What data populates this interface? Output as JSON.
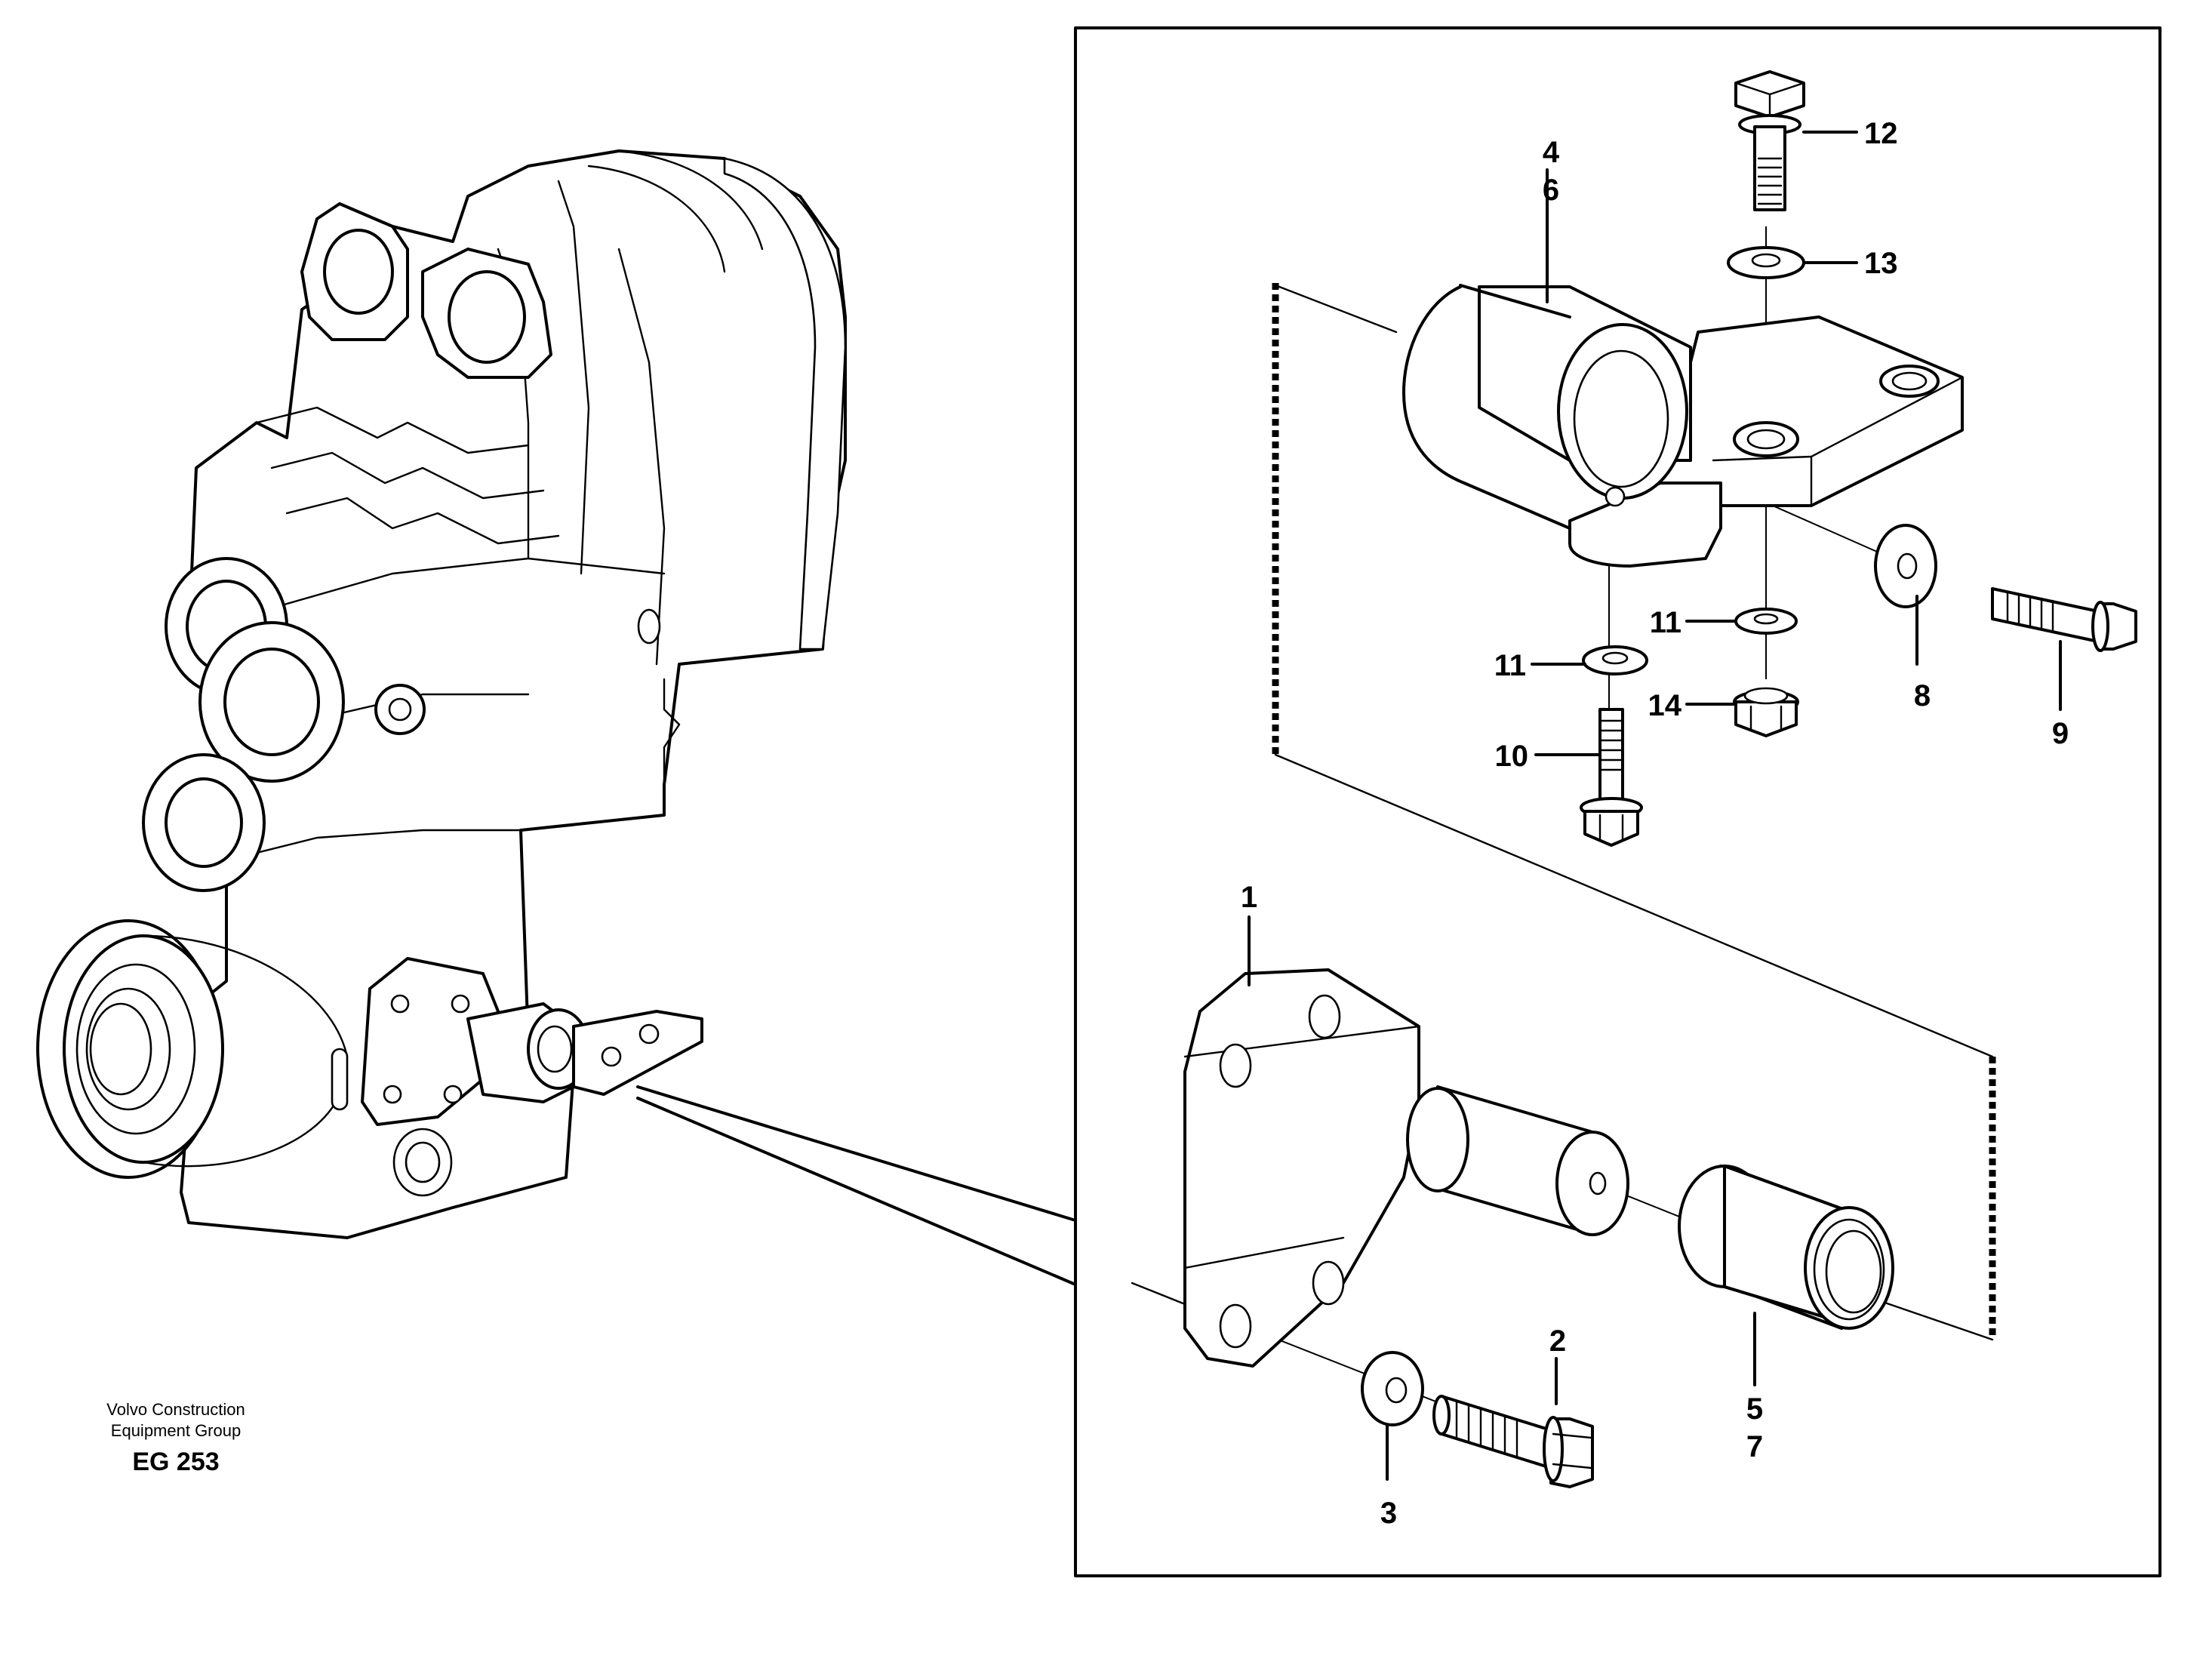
{
  "brand": {
    "line1": "Volvo Construction",
    "line2": "Equipment Group"
  },
  "drawing_code": "EG 253",
  "callouts": {
    "c1": "1",
    "c2": "2",
    "c3": "3",
    "c4": "4",
    "c5": "5",
    "c6": "6",
    "c7": "7",
    "c8": "8",
    "c9": "9",
    "c10": "10",
    "c11a": "11",
    "c11b": "11",
    "c12": "12",
    "c13": "13",
    "c14": "14"
  }
}
